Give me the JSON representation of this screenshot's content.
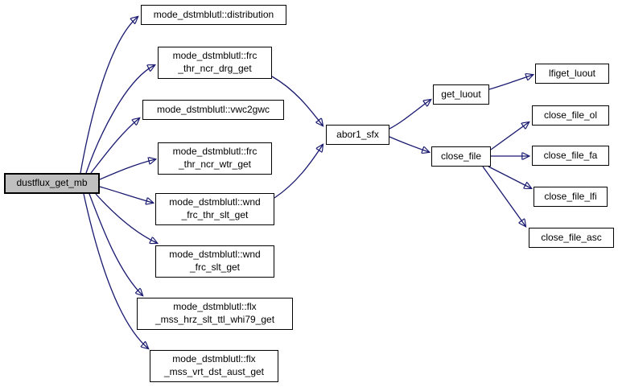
{
  "graph": {
    "type": "call-graph",
    "root": "dustflux_get_mb",
    "colors": {
      "edge": "#191970",
      "node_border": "#000000",
      "node_fill": "#ffffff",
      "root_fill": "#bfbfbf"
    },
    "nodes": [
      {
        "id": "dustflux_get_mb",
        "label": "dustflux_get_mb"
      },
      {
        "id": "distribution",
        "label": "mode_dstmblutl::distribution"
      },
      {
        "id": "frc_thr_ncr_drg_get",
        "label": "mode_dstmblutl::frc\n_thr_ncr_drg_get"
      },
      {
        "id": "vwc2gwc",
        "label": "mode_dstmblutl::vwc2gwc"
      },
      {
        "id": "frc_thr_ncr_wtr_get",
        "label": "mode_dstmblutl::frc\n_thr_ncr_wtr_get"
      },
      {
        "id": "wnd_frc_thr_slt_get",
        "label": "mode_dstmblutl::wnd\n_frc_thr_slt_get"
      },
      {
        "id": "wnd_frc_slt_get",
        "label": "mode_dstmblutl::wnd\n_frc_slt_get"
      },
      {
        "id": "flx_mss_hrz_slt_ttl_whi79_get",
        "label": "mode_dstmblutl::flx\n_mss_hrz_slt_ttl_whi79_get"
      },
      {
        "id": "flx_mss_vrt_dst_aust_get",
        "label": "mode_dstmblutl::flx\n_mss_vrt_dst_aust_get"
      },
      {
        "id": "abor1_sfx",
        "label": "abor1_sfx"
      },
      {
        "id": "get_luout",
        "label": "get_luout"
      },
      {
        "id": "close_file",
        "label": "close_file"
      },
      {
        "id": "lfiget_luout",
        "label": "lfiget_luout"
      },
      {
        "id": "close_file_ol",
        "label": "close_file_ol"
      },
      {
        "id": "close_file_fa",
        "label": "close_file_fa"
      },
      {
        "id": "close_file_lfi",
        "label": "close_file_lfi"
      },
      {
        "id": "close_file_asc",
        "label": "close_file_asc"
      }
    ],
    "edges": [
      {
        "from": "dustflux_get_mb",
        "to": "distribution"
      },
      {
        "from": "dustflux_get_mb",
        "to": "frc_thr_ncr_drg_get"
      },
      {
        "from": "dustflux_get_mb",
        "to": "vwc2gwc"
      },
      {
        "from": "dustflux_get_mb",
        "to": "frc_thr_ncr_wtr_get"
      },
      {
        "from": "dustflux_get_mb",
        "to": "wnd_frc_thr_slt_get"
      },
      {
        "from": "dustflux_get_mb",
        "to": "wnd_frc_slt_get"
      },
      {
        "from": "dustflux_get_mb",
        "to": "flx_mss_hrz_slt_ttl_whi79_get"
      },
      {
        "from": "dustflux_get_mb",
        "to": "flx_mss_vrt_dst_aust_get"
      },
      {
        "from": "frc_thr_ncr_drg_get",
        "to": "abor1_sfx"
      },
      {
        "from": "wnd_frc_thr_slt_get",
        "to": "abor1_sfx"
      },
      {
        "from": "abor1_sfx",
        "to": "get_luout"
      },
      {
        "from": "abor1_sfx",
        "to": "close_file"
      },
      {
        "from": "get_luout",
        "to": "lfiget_luout"
      },
      {
        "from": "close_file",
        "to": "close_file_ol"
      },
      {
        "from": "close_file",
        "to": "close_file_fa"
      },
      {
        "from": "close_file",
        "to": "close_file_lfi"
      },
      {
        "from": "close_file",
        "to": "close_file_asc"
      }
    ]
  }
}
